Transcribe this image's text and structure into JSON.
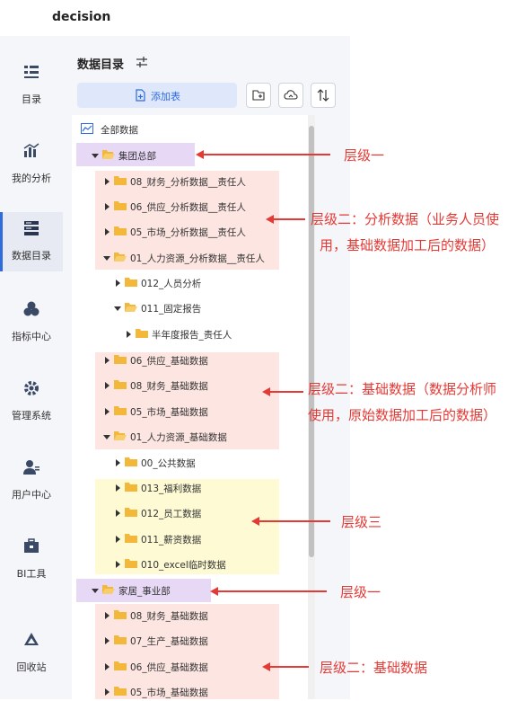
{
  "app": {
    "title": "decision"
  },
  "nav": {
    "items": [
      {
        "label": "目录",
        "icon": "catalog-icon"
      },
      {
        "label": "我的分析",
        "icon": "chart-icon"
      },
      {
        "label": "数据目录",
        "icon": "data-catalog-icon"
      },
      {
        "label": "指标中心",
        "icon": "cubes-icon"
      },
      {
        "label": "管理系统",
        "icon": "gear-icon"
      },
      {
        "label": "用户中心",
        "icon": "user-icon"
      },
      {
        "label": "BI工具",
        "icon": "toolbox-icon"
      },
      {
        "label": "回收站",
        "icon": "recycle-icon"
      }
    ],
    "active_index": 2
  },
  "panel": {
    "title": "数据目录",
    "add_label": "添加表"
  },
  "tree": {
    "root_label": "全部数据",
    "nodes": [
      "集团总部",
      "08_财务_分析数据__责任人",
      "06_供应_分析数据__责任人",
      "05_市场_分析数据__责任人",
      "01_人力资源_分析数据__责任人",
      "012_人员分析",
      "011_固定报告",
      "半年度报告_责任人",
      "06_供应_基础数据",
      "08_财务_基础数据",
      "05_市场_基础数据",
      "01_人力资源_基础数据",
      "00_公共数据",
      "013_福利数据",
      "012_员工数据",
      "011_薪资数据",
      "010_excel临时数据",
      "家居_事业部",
      "08_财务_基础数据",
      "07_生产_基础数据",
      "06_供应_基础数据",
      "05_市场_基础数据"
    ]
  },
  "annotations": {
    "level1_a": "层级一",
    "level2_analysis_1": "层级二：分析数据（业务人员使",
    "level2_analysis_2": "用，基础数据加工后的数据）",
    "level2_base_1": "层级二：基础数据（数据分析师",
    "level2_base_2": "使用，原始数据加工后的数据）",
    "level3": "层级三",
    "level1_b": "层级一",
    "level2_base_short": "层级二：基础数据"
  },
  "colors": {
    "accent": "#2f6bdc",
    "annotation_red": "#e53935",
    "folder_yellow": "#f3b73a",
    "highlight_purple": "#e7d9f6",
    "highlight_red": "#fde5e1",
    "highlight_yellow": "#fefbd4"
  }
}
